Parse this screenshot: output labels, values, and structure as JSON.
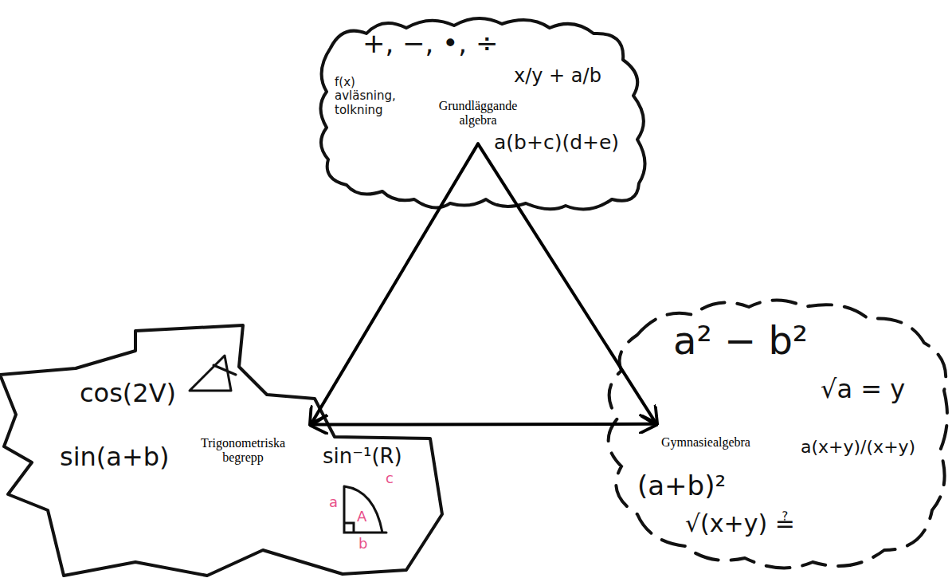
{
  "diagram": {
    "nodes": [
      {
        "text": [
          "Grundläggande algebra"
        ]
      },
      {
        "text": [
          "Trigonometriska begrepp"
        ]
      },
      {
        "text": [
          "Gymnasiealgebra"
        ]
      }
    ],
    "edges": [
      {
        "from": 0,
        "to": 1,
        "arrow": "to"
      },
      {
        "from": 0,
        "to": 2,
        "arrow": "to"
      },
      {
        "from": 1,
        "to": 2,
        "arrow": "both"
      }
    ],
    "labels": [
      "+, −, •, ÷",
      "x/y + a/b",
      "f(x) avläsning, tolkning",
      "a(b+c)(d+e)",
      "cos(2V)",
      "sin(a+b)",
      "sin⁻¹(R)",
      "c",
      "a",
      "A",
      "b",
      "a² − b²",
      "√a = y",
      "a(x+y)/(x+y)",
      "(a+b)²",
      "√(x+y) ≟"
    ]
  }
}
